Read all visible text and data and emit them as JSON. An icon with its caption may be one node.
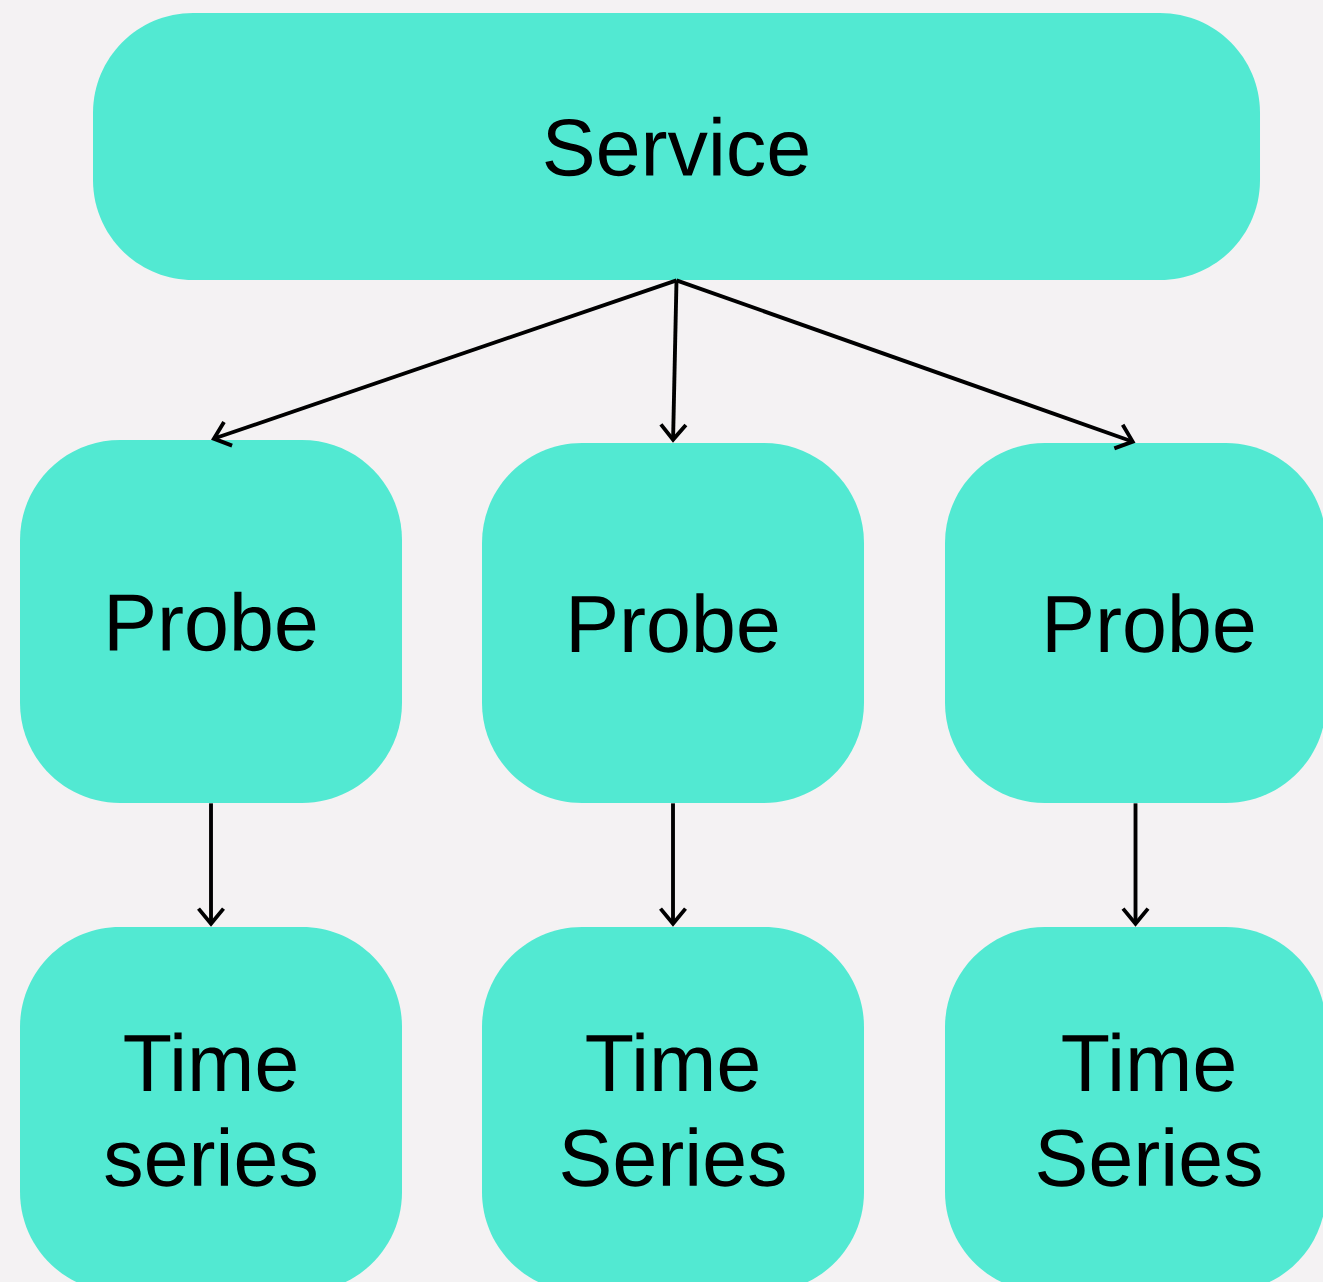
{
  "diagram": {
    "nodes": [
      {
        "text": [
          "Service"
        ]
      },
      {
        "text": [
          "Probe"
        ]
      },
      {
        "text": [
          "Probe"
        ]
      },
      {
        "text": [
          "Probe"
        ]
      },
      {
        "text": [
          "Time series"
        ]
      },
      {
        "text": [
          "Time Series"
        ]
      },
      {
        "text": [
          "Time Series"
        ]
      }
    ],
    "edges": [
      {
        "from": 0,
        "to": 1,
        "arrow": "to"
      },
      {
        "from": 0,
        "to": 2,
        "arrow": "to"
      },
      {
        "from": 0,
        "to": 3,
        "arrow": "to"
      },
      {
        "from": 1,
        "to": 4,
        "arrow": "to"
      },
      {
        "from": 2,
        "to": 5,
        "arrow": "to"
      },
      {
        "from": 3,
        "to": 6,
        "arrow": "to"
      }
    ]
  }
}
